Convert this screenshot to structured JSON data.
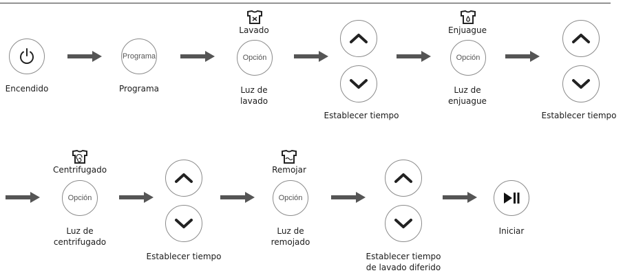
{
  "steps": {
    "power": {
      "label": "Encendido",
      "icon": "power-icon"
    },
    "program": {
      "label": "Programa",
      "button_text": "Programa"
    },
    "wash": {
      "title": "Lavado",
      "icon": "wash-shirt-icon",
      "button_text": "Opción",
      "label_line1": "Luz de",
      "label_line2": "lavado"
    },
    "time1": {
      "label": "Establecer tiempo",
      "up_icon": "chevron-up-icon",
      "down_icon": "chevron-down-icon"
    },
    "rinse": {
      "title": "Enjuague",
      "icon": "rinse-shirt-icon",
      "button_text": "Opción",
      "label_line1": "Luz de",
      "label_line2": "enjuague"
    },
    "time2": {
      "label": "Establecer tiempo"
    },
    "spin": {
      "title": "Centrifugado",
      "icon": "spin-shirt-icon",
      "button_text": "Opción",
      "label_line1": "Luz de",
      "label_line2": "centrifugado"
    },
    "time3": {
      "label": "Establecer tiempo"
    },
    "soak": {
      "title": "Remojar",
      "icon": "soak-shirt-icon",
      "button_text": "Opción",
      "label_line1": "Luz de",
      "label_line2": "remojado"
    },
    "delay": {
      "label_line1": "Establecer tiempo",
      "label_line2": "de lavado diferido"
    },
    "start": {
      "label": "Iniciar",
      "icon": "play-pause-icon"
    }
  },
  "colors": {
    "arrow": "#555555",
    "circle_border": "#8a8a8a",
    "chevron": "#222222"
  }
}
